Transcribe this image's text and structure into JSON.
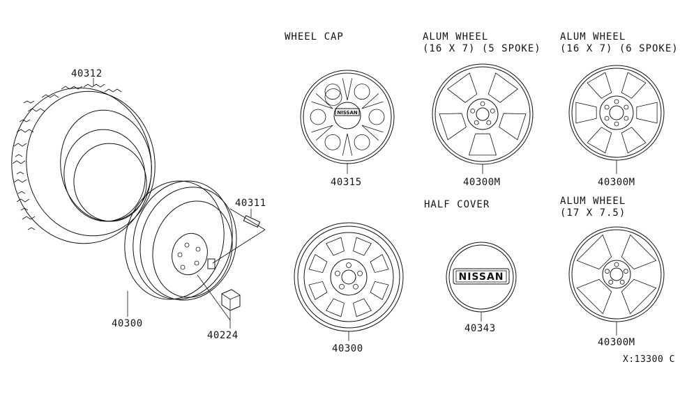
{
  "titles": {
    "wheel_cap": "WHEEL CAP",
    "alum5_line1": "ALUM WHEEL",
    "alum5_line2": "(16 X 7)   (5 SPOKE)",
    "alum6_line1": "ALUM WHEEL",
    "alum6_line2": "(16 X 7)  (6 SPOKE)",
    "half_cover": "HALF COVER",
    "alum17_line1": "ALUM WHEEL",
    "alum17_line2": "(17 X 7.5)"
  },
  "parts": {
    "tire": "40312",
    "valve": "40311",
    "steel_wheel": "40300",
    "nut": "40224",
    "wheel_cap": "40315",
    "alum_5spoke": "40300M",
    "alum_6spoke": "40300M",
    "styled_steel": "40300",
    "half_cover": "40343",
    "alum_17": "40300M"
  },
  "emblem_text": "NISSAN",
  "diagram_code": "X:13300 C"
}
